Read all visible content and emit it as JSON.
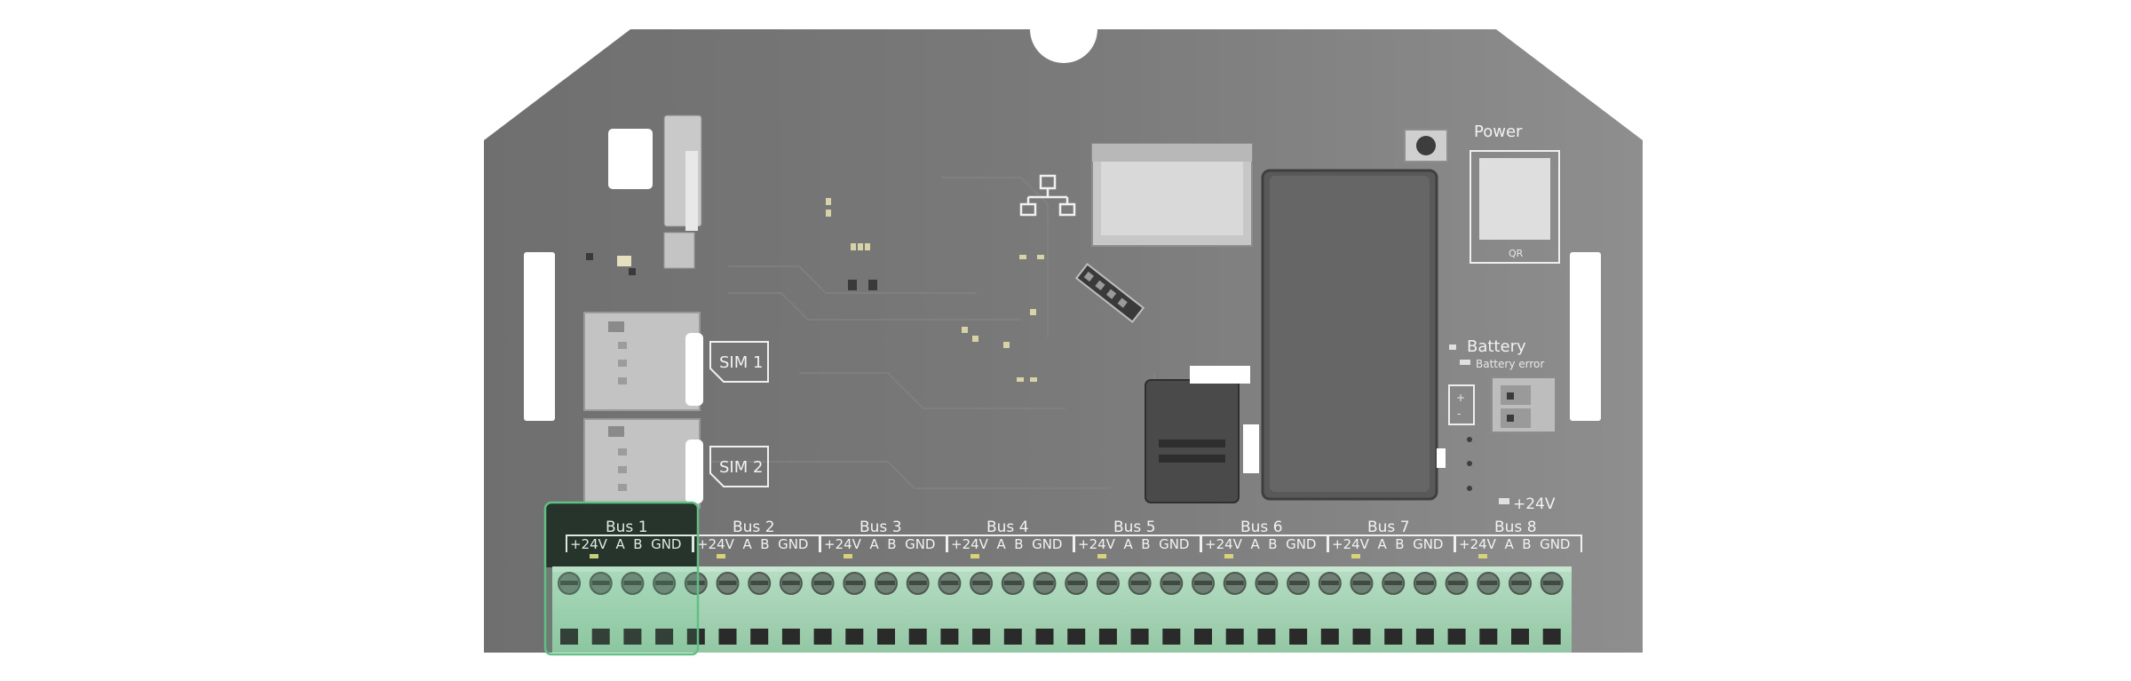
{
  "labels": {
    "power": "Power",
    "qr": "QR",
    "battery": "Battery",
    "battery_error": "Battery error",
    "plus24v": "+24V",
    "sim1": "SIM 1",
    "sim2": "SIM 2"
  },
  "buses": [
    {
      "name": "Bus 1",
      "terminals": "+24V  A  B  GND",
      "highlighted": true
    },
    {
      "name": "Bus 2",
      "terminals": "+24V  A  B  GND",
      "highlighted": false
    },
    {
      "name": "Bus 3",
      "terminals": "+24V  A  B  GND",
      "highlighted": false
    },
    {
      "name": "Bus 4",
      "terminals": "+24V  A  B  GND",
      "highlighted": false
    },
    {
      "name": "Bus 5",
      "terminals": "+24V  A  B  GND",
      "highlighted": false
    },
    {
      "name": "Bus 6",
      "terminals": "+24V  A  B  GND",
      "highlighted": false
    },
    {
      "name": "Bus 7",
      "terminals": "+24V  A  B  GND",
      "highlighted": false
    },
    {
      "name": "Bus 8",
      "terminals": "+24V  A  B  GND",
      "highlighted": false
    }
  ],
  "colors": {
    "pcb": "#7e7e7e",
    "terminal_block": "#a7d4b7",
    "highlight_fill": "#1c1c1c",
    "highlight_border": "#5fbf85"
  }
}
